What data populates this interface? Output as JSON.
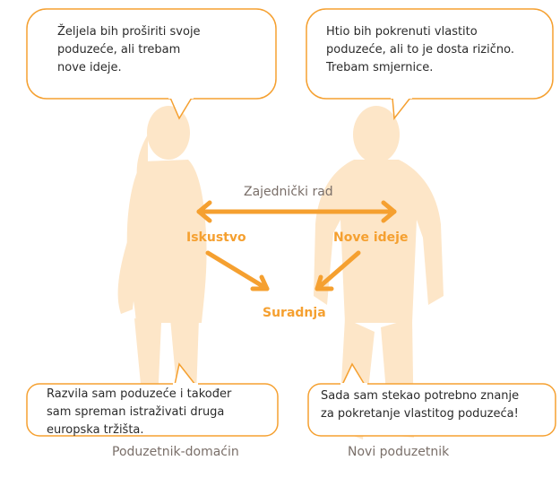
{
  "colors": {
    "accent": "#f5a030",
    "silhouette": "#fde6c8",
    "bubble_border": "#f5a030",
    "text": "#2b2b2b",
    "label_grey": "#7a6f69"
  },
  "bubbles": {
    "top_left": "Željela bih proširiti svoje\npoduzeće, ali trebam\nnove ideje.",
    "top_right": "Htio bih pokrenuti vlastito\npoduzeće, ali to je dosta rizično.\nTrebam smjernice.",
    "bottom_left": "Razvila sam poduzeće i također\nsam spreman istraživati druga\neuropska tržišta.",
    "bottom_right": "Sada sam stekao potrebno znanje\nza pokretanje vlastitog poduzeća!"
  },
  "labels": {
    "joint_work": "Zajednički rad",
    "experience": "Iskustvo",
    "new_ideas": "Nove ideje",
    "cooperation": "Suradnja"
  },
  "captions": {
    "host": "Poduzetnik-domaćin",
    "new": "Novi poduzetnik"
  }
}
